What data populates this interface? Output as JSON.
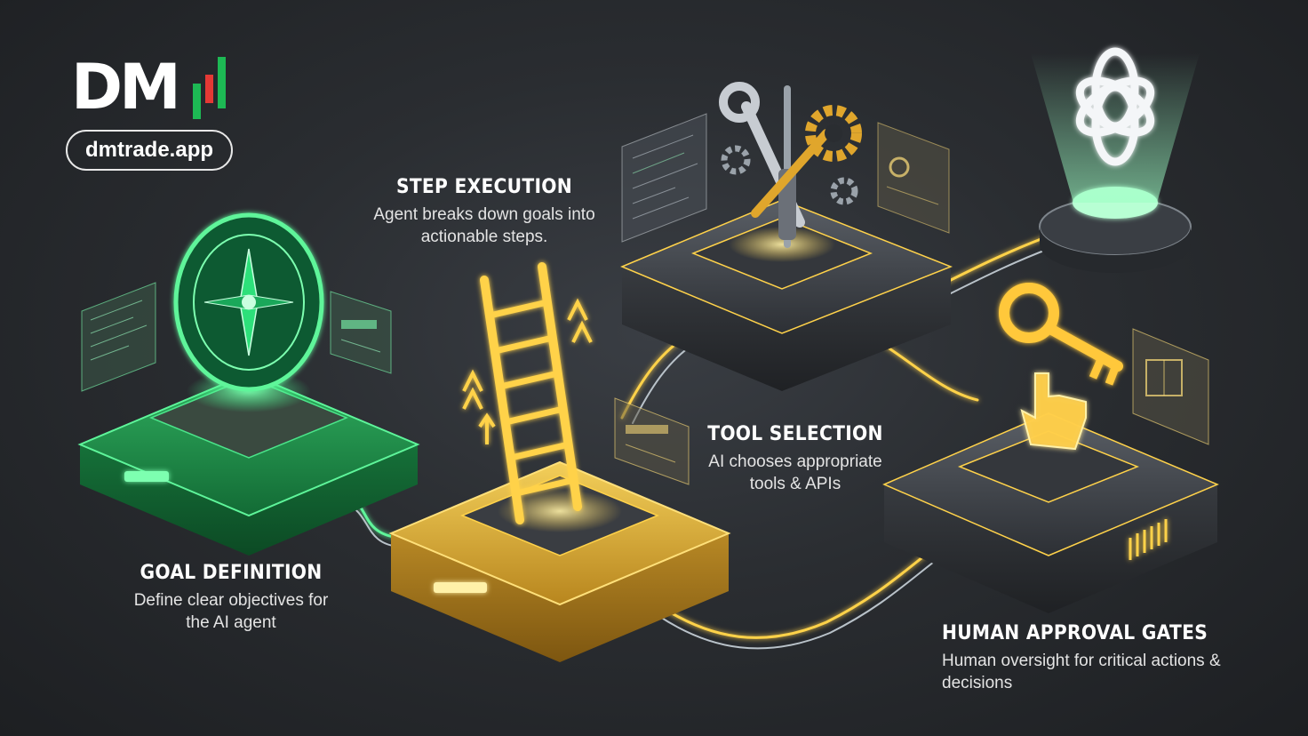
{
  "brand": {
    "logo_text": "DM",
    "domain": "dmtrade.app",
    "bar_colors": [
      "#1db954",
      "#e53935",
      "#1db954"
    ]
  },
  "stages": [
    {
      "id": "goal",
      "title": "GOAL DEFINITION",
      "description": "Define clear objectives for the AI agent",
      "icon": "compass-icon",
      "color": "#22c55e"
    },
    {
      "id": "step",
      "title": "STEP EXECUTION",
      "description": "Agent breaks down goals into actionable steps.",
      "icon": "ladder-icon",
      "color": "#f5c542"
    },
    {
      "id": "tool",
      "title": "TOOL SELECTION",
      "description": "AI chooses appropriate tools & APIs",
      "icon": "wrench-screwdriver-gear-icon",
      "color": "#e0b040"
    },
    {
      "id": "human",
      "title": "HUMAN APPROVAL GATES",
      "description": "Human oversight for critical actions & decisions",
      "icon": "key-hand-icon",
      "color": "#f2c14e"
    },
    {
      "id": "ai",
      "title": "",
      "description": "",
      "icon": "openai-knot-icon",
      "color": "#7cf0a0"
    }
  ],
  "colors": {
    "background": "#2a2d31",
    "green_glow": "#3dff8a",
    "gold_glow": "#ffd24a",
    "dark_platform": "#3b3f45"
  }
}
